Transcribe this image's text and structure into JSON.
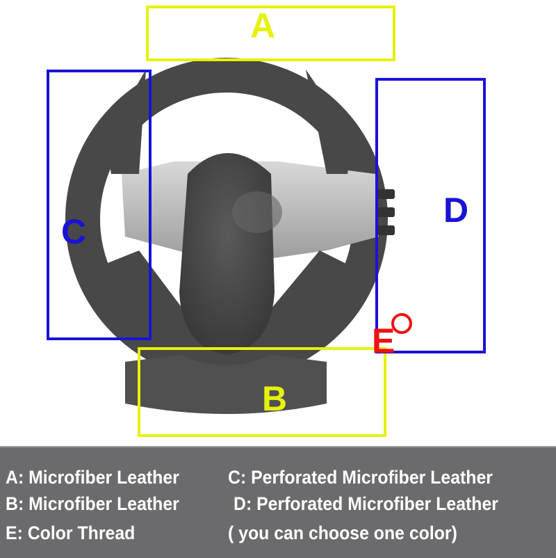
{
  "colors": {
    "zone_ab": "#e6f20c",
    "zone_cd": "#1a12d6",
    "thread": "#ee1111",
    "caption_bg": "#6b6b6d",
    "leather": "#4b4b4b"
  },
  "zones": {
    "a": "A",
    "b": "B",
    "c": "C",
    "d": "D",
    "e": "E"
  },
  "caption": {
    "a": "A: Microfiber Leather",
    "b": "B: Microfiber Leather",
    "e": "E: Color Thread",
    "c": "C:  Perforated Microfiber Leather",
    "d": "D:  Perforated Microfiber Leather",
    "note": "( you can choose one color)"
  }
}
